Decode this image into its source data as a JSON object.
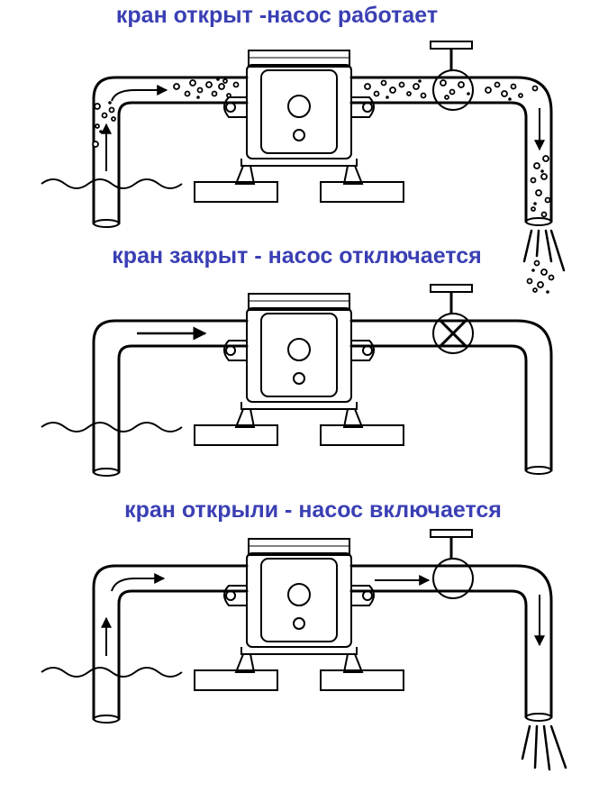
{
  "panels": [
    {
      "caption": "кран открыт -насос работает",
      "valve_state": "open",
      "flow": "bubbles"
    },
    {
      "caption": "кран закрыт - насос отключается",
      "valve_state": "closed",
      "flow": "stopped"
    },
    {
      "caption": "кран открыли - насос включается",
      "valve_state": "open",
      "flow": "arrows"
    }
  ],
  "colors": {
    "caption": "#3a3fb4",
    "line": "#000000",
    "background": "#ffffff"
  }
}
